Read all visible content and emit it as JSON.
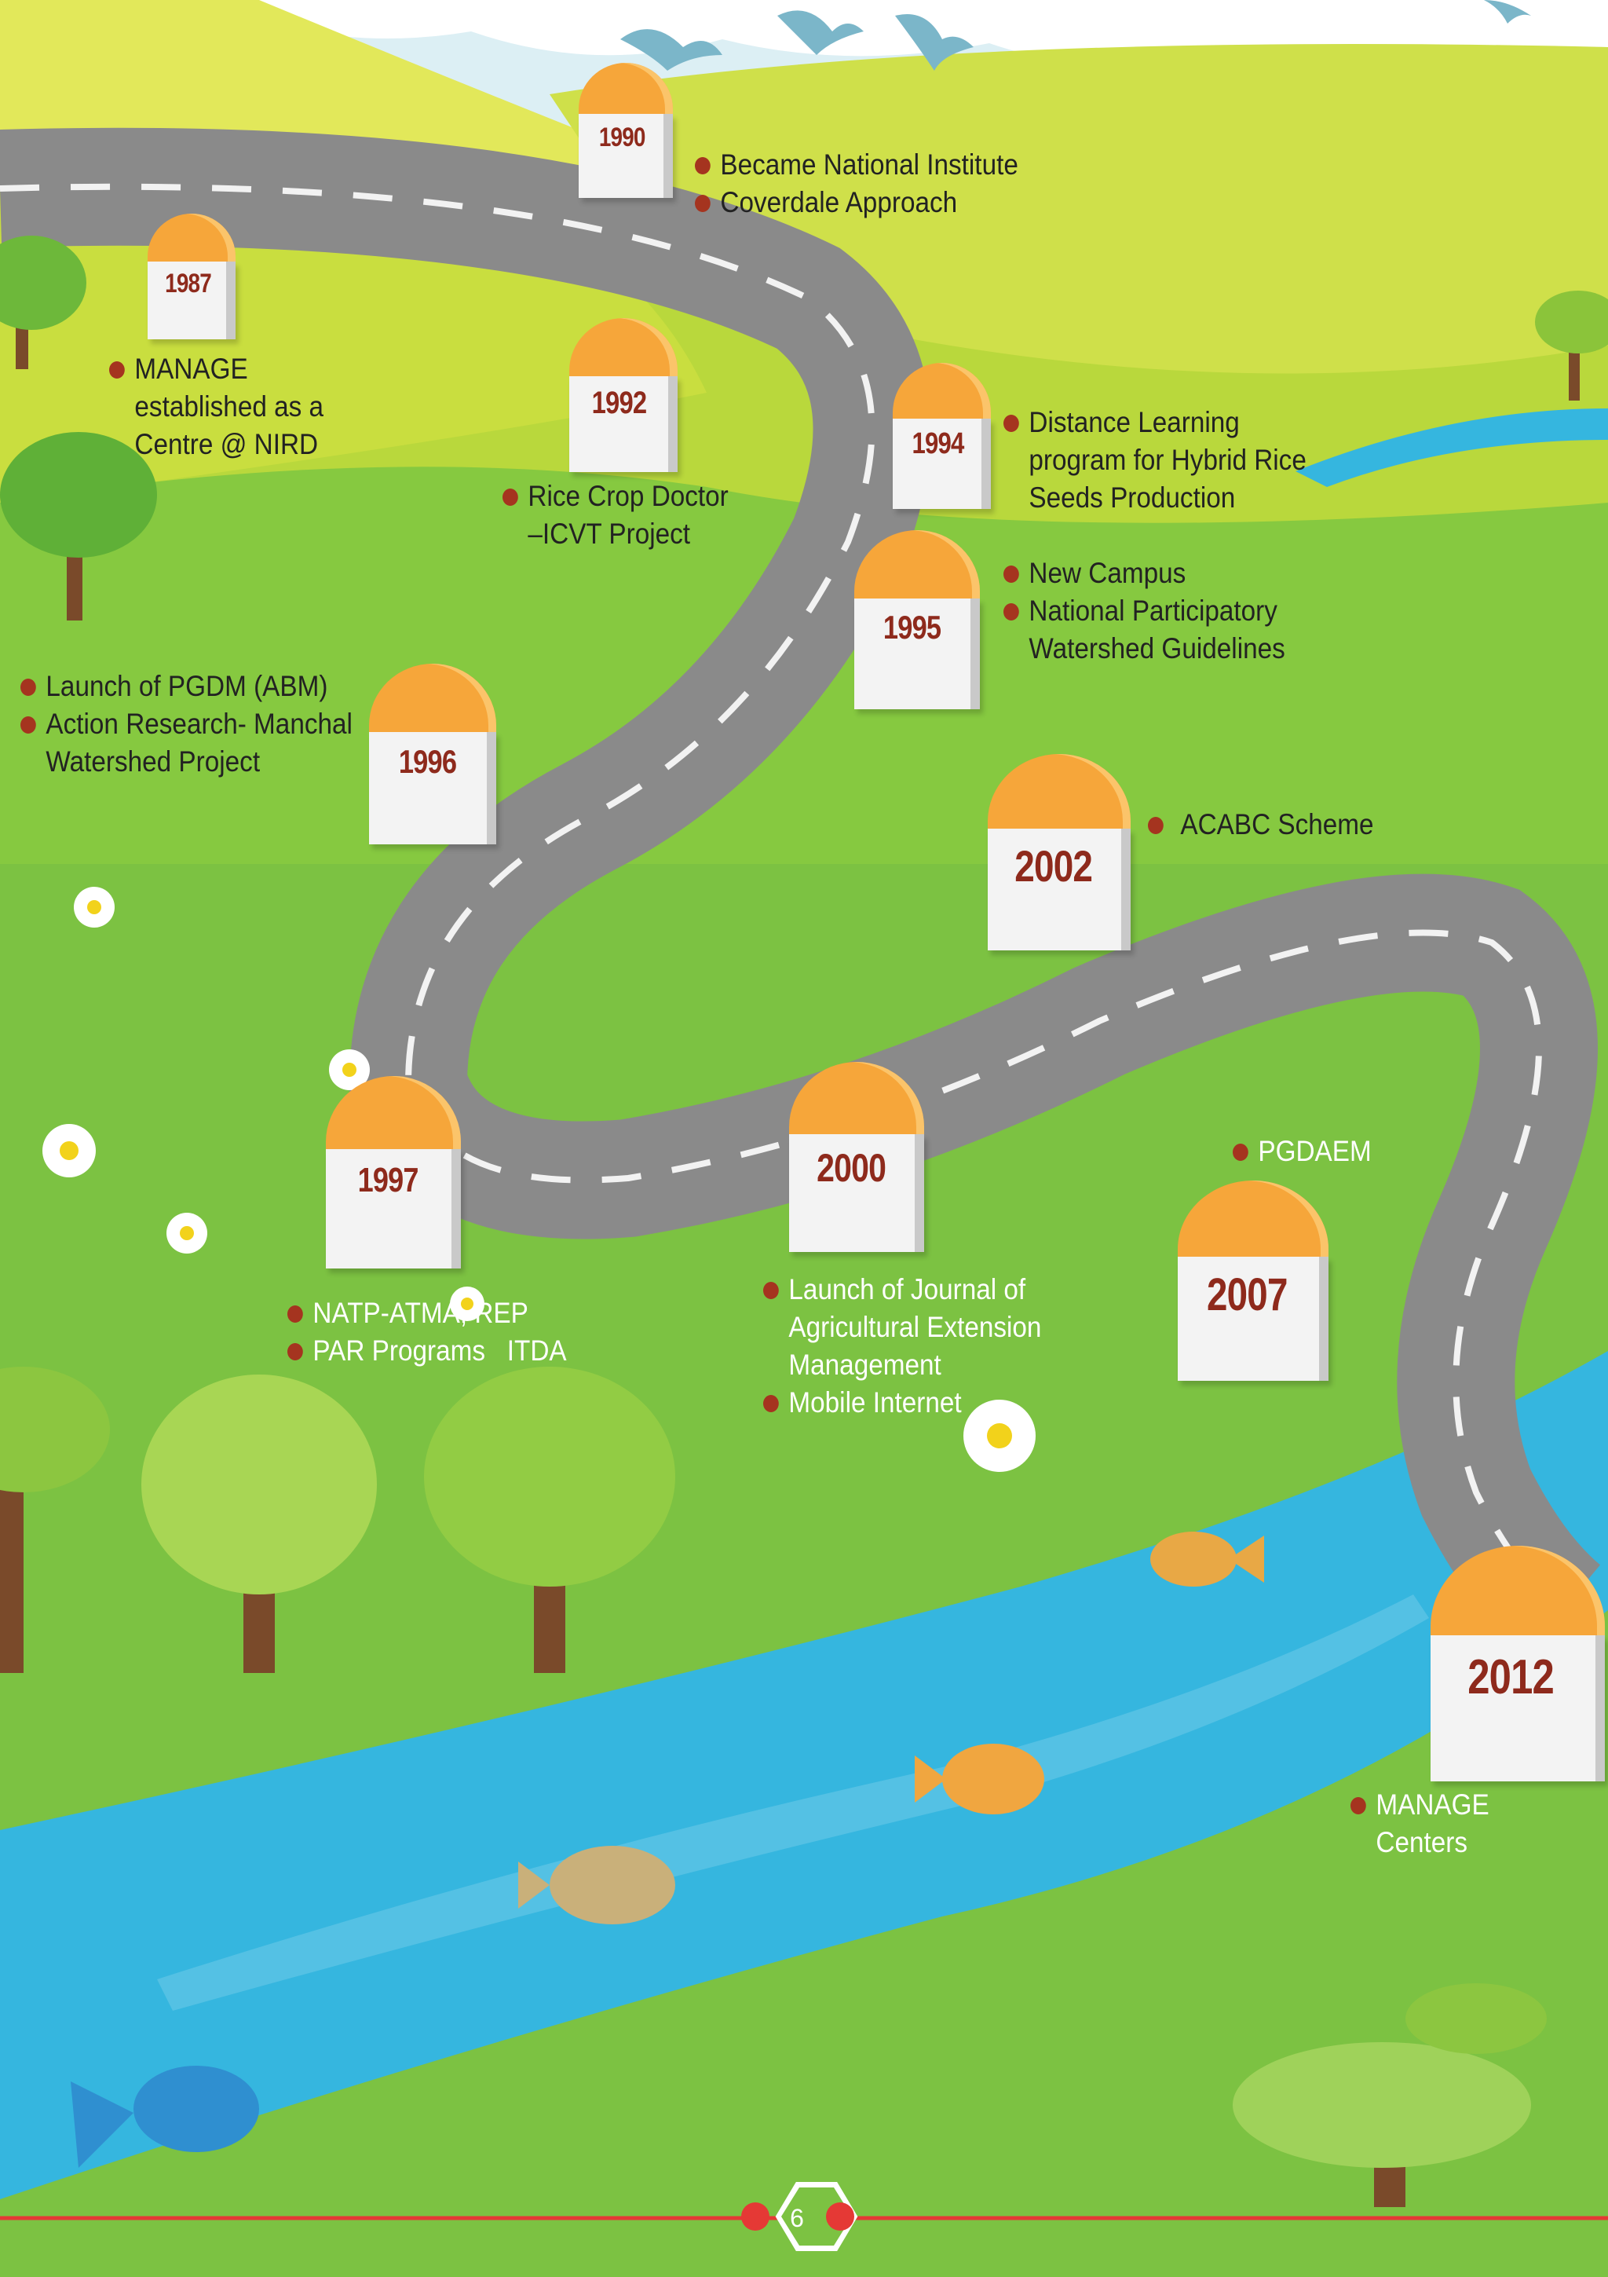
{
  "colors": {
    "sky": "#d9eef5",
    "hill_light": "#d6e24d",
    "hill_mid": "#b7d63e",
    "grass": "#7cc242",
    "road": "#8a8a8a",
    "river": "#35b6df",
    "stone_cap": "#f6a63a",
    "year_text": "#8e2a1c",
    "bullet": "#a5341f",
    "footer_line": "#e53935"
  },
  "milestones": [
    {
      "year": "1990",
      "items": [
        "Became National Institute",
        "Coverdale Approach"
      ]
    },
    {
      "year": "1987",
      "items": [
        "MANAGE established as a Centre @ NIRD"
      ]
    },
    {
      "year": "1992",
      "items": [
        "Rice Crop Doctor –ICVT Project"
      ]
    },
    {
      "year": "1994",
      "items": [
        "Distance Learning program for Hybrid Rice Seeds Production"
      ]
    },
    {
      "year": "1995",
      "items": [
        "New Campus",
        "National Participatory Watershed Guidelines"
      ]
    },
    {
      "year": "1996",
      "items": [
        "Launch of PGDM (ABM)",
        "Action Research- Manchal Watershed Project"
      ]
    },
    {
      "year": "2002",
      "items": [
        "ACABC Scheme"
      ]
    },
    {
      "year": "1997",
      "items": [
        "NATP-ATMA, REP",
        "PAR Programs ITDA"
      ]
    },
    {
      "year": "2000",
      "items": [
        "Launch of Journal of Agricultural Extension Management",
        "Mobile Internet"
      ]
    },
    {
      "year": "2007",
      "items": [
        "PGDAEM"
      ]
    },
    {
      "year": "2012",
      "items": [
        "MANAGE Centers"
      ]
    }
  ],
  "lines": {
    "1990": [
      "Became National Institute",
      "Coverdale Approach"
    ],
    "1987": [
      "MANAGE",
      "established as a",
      "Centre @ NIRD"
    ],
    "1992": [
      "Rice Crop Doctor",
      "–ICVT Project"
    ],
    "1994": [
      "Distance Learning",
      "program for Hybrid Rice",
      "Seeds Production"
    ],
    "1995": [
      "New Campus",
      "National Participatory",
      "Watershed Guidelines"
    ],
    "1996": [
      "Launch of PGDM (ABM)",
      "Action Research- Manchal",
      "Watershed Project"
    ],
    "2002": [
      "ACABC Scheme"
    ],
    "1997": [
      "NATP-ATMA, REP",
      "PAR Programs   ITDA"
    ],
    "2000": [
      "Launch of Journal of",
      "Agricultural Extension",
      "Management",
      "Mobile Internet"
    ],
    "2007": [
      "PGDAEM"
    ],
    "2012": [
      "MANAGE Centers"
    ]
  },
  "footer": {
    "page_number": "6"
  },
  "icons": {
    "birds": "bird-icon",
    "fish": "fish-icon",
    "tree": "tree-icon",
    "flower": "daisy-icon",
    "milestone": "milestone-stone-icon"
  }
}
